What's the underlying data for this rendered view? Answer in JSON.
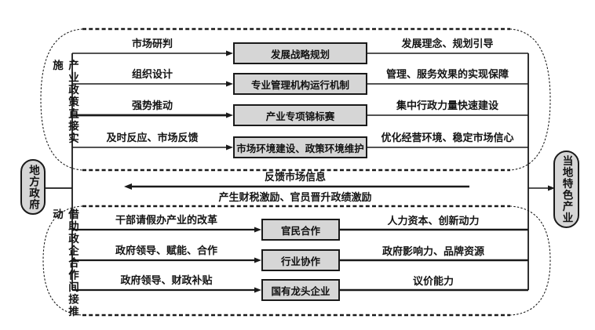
{
  "diagram": {
    "left_node": {
      "label": "地方政府"
    },
    "right_node": {
      "label": "当地特色产业"
    },
    "top_group": {
      "side_label": "产业政策直接实施",
      "rows": [
        {
          "left_label": "市场研判",
          "box": "发展战略规划",
          "right_label": "发展理念、规划引导"
        },
        {
          "left_label": "组织设计",
          "box": "专业管理机构运行机制",
          "right_label": "管理、服务效果的实现保障"
        },
        {
          "left_label": "强势推动",
          "box": "产业专项锦标赛",
          "right_label": "集中行政力量快速建设"
        },
        {
          "left_label": "及时反应、市场反馈",
          "box": "市场环境建设、政策环境维护",
          "right_label": "优化经营环境、稳定市场信心"
        }
      ]
    },
    "feedback": {
      "above_label": "反馈市场信息",
      "below_label": "产生财税激励、官员晋升政绩激励"
    },
    "bottom_group": {
      "side_label": "借助政企合作间接推动",
      "rows": [
        {
          "left_label": "干部请假办产业的改革",
          "box": "官民合作",
          "right_label": "人力资本、创新动力"
        },
        {
          "left_label": "政府领导、赋能、合作",
          "box": "行业协作",
          "right_label": "政府影响力、品牌资源"
        },
        {
          "left_label": "政府领导、财政补贴",
          "box": "国有龙头企业",
          "right_label": "议价能力"
        }
      ]
    },
    "colors": {
      "box_fill": "#d6d6d6",
      "line": "#1a1a1a"
    }
  }
}
